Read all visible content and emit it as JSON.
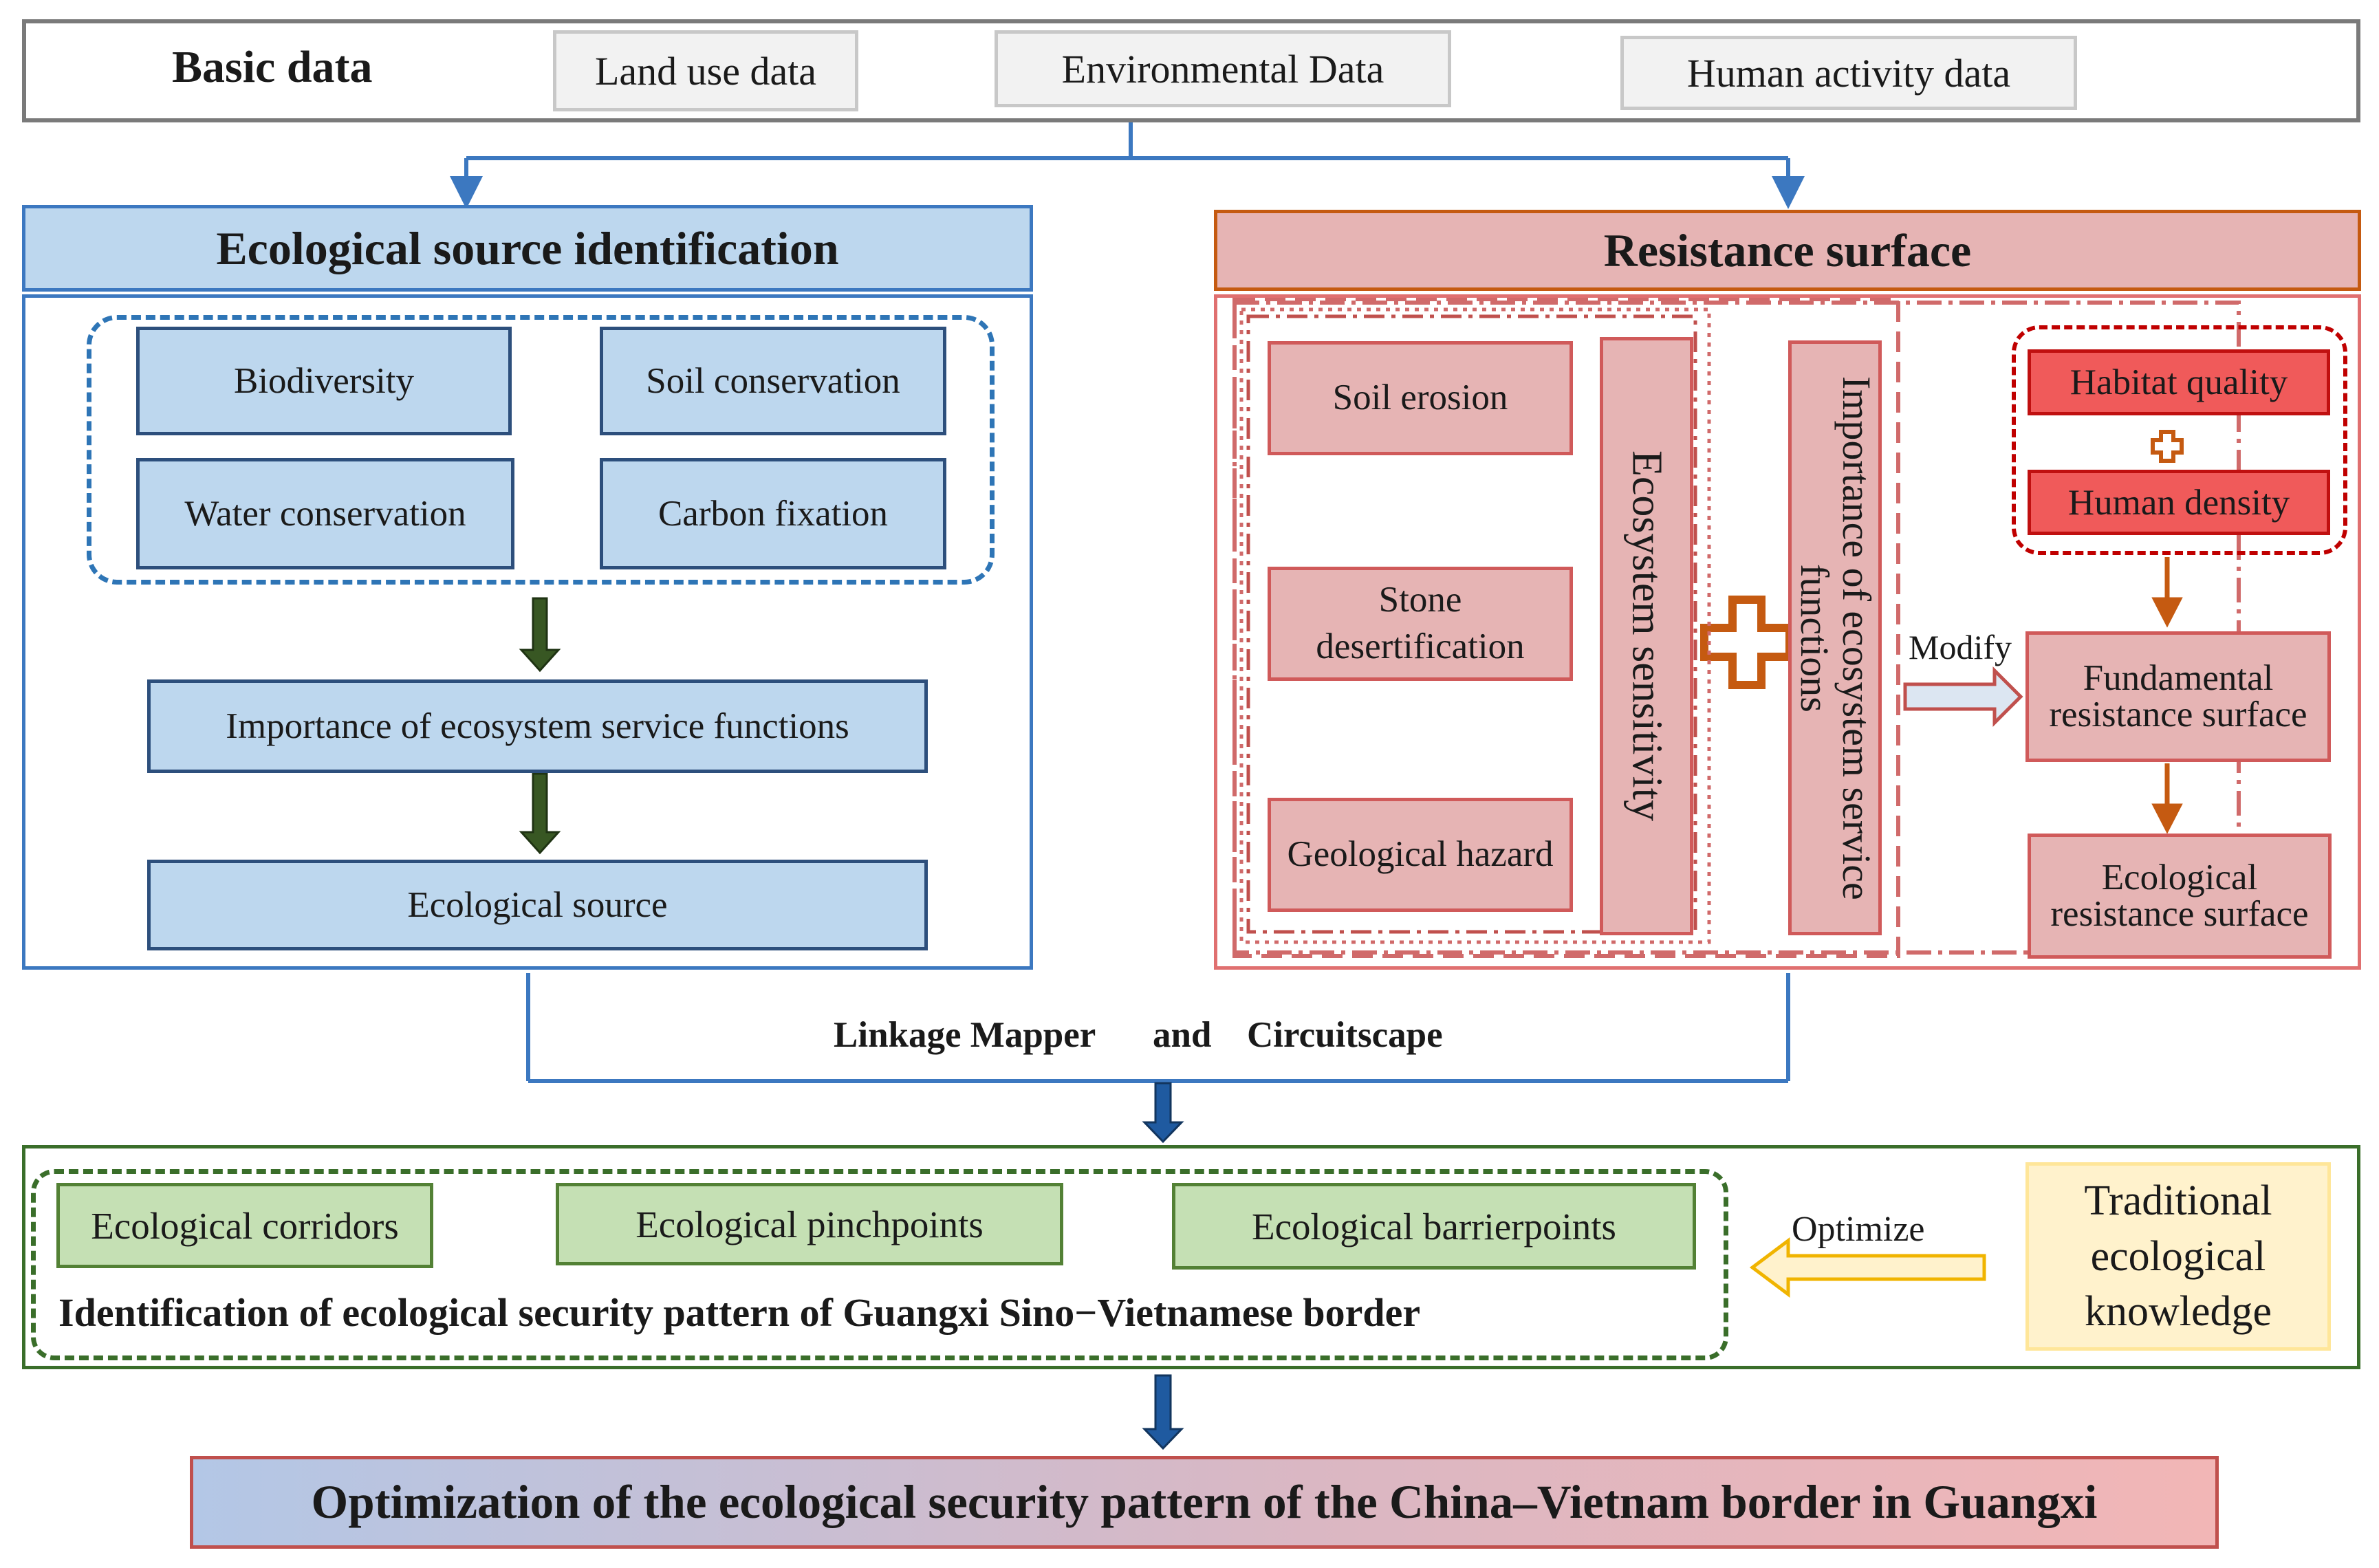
{
  "basic": {
    "title": "Basic data",
    "items": [
      "Land use data",
      "Environmental Data",
      "Human activity data"
    ]
  },
  "eco": {
    "header": "Ecological source identification",
    "indicators": [
      "Biodiversity",
      "Soil conservation",
      "Water conservation",
      "Carbon fixation"
    ],
    "importance": "Importance of ecosystem service functions",
    "source": "Ecological source"
  },
  "res": {
    "header": "Resistance surface",
    "sensitivity_items": [
      "Soil erosion",
      "Stone desertification",
      "Geological hazard"
    ],
    "sensitivity": "Ecosystem sensitivity",
    "importance_vertical": "Importance of ecosystem service functions",
    "habitat": "Habitat quality",
    "human_density": "Human density",
    "modify": "Modify",
    "fundamental": "Fundamental resistance surface",
    "ecological_resistance": "Ecological resistance surface"
  },
  "link": {
    "part1": "Linkage Mapper",
    "part2": "and",
    "part3": "Circuitscape"
  },
  "pattern": {
    "items": [
      "Ecological corridors",
      "Ecological pinchpoints",
      "Ecological barrierpoints"
    ],
    "title": "Identification of ecological security pattern of Guangxi Sino−Vietnamese border",
    "optimize": "Optimize",
    "tek": "Traditional ecological knowledge"
  },
  "final": "Optimization of the ecological security pattern of the China–Vietnam border in Guangxi"
}
